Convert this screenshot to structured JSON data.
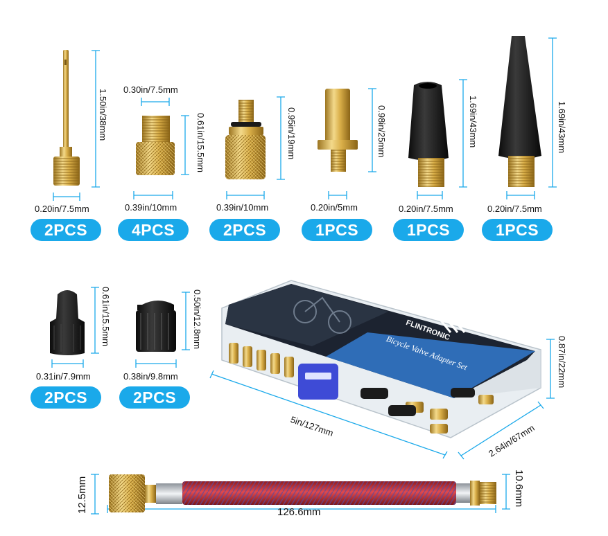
{
  "items": [
    {
      "name": "needle",
      "width": "0.20in/7.5mm",
      "height": "1.50in/38mm",
      "qty": "2PCS"
    },
    {
      "name": "presta-adapter",
      "top": "0.30in/7.5mm",
      "width": "0.39in/10mm",
      "height": "0.61in/15.5mm",
      "qty": "4PCS"
    },
    {
      "name": "knurled-adapter",
      "width": "0.39in/10mm",
      "height": "0.95in/19mm",
      "qty": "2PCS"
    },
    {
      "name": "brass-nozzle",
      "width": "0.20in/5mm",
      "height": "0.98in/25mm",
      "qty": "1PCS"
    },
    {
      "name": "short-cone",
      "width": "0.20in/7.5mm",
      "height": "1.69in/43mm",
      "qty": "1PCS"
    },
    {
      "name": "tall-cone",
      "width": "0.20in/7.5mm",
      "height": "1.69in/43mm",
      "qty": "1PCS"
    }
  ],
  "caps": [
    {
      "name": "presta-cap",
      "width": "0.31in/7.9mm",
      "height": "0.61in/15.5mm",
      "qty": "2PCS"
    },
    {
      "name": "schrader-cap",
      "width": "0.38in/9.8mm",
      "height": "0.50in/12.8mm",
      "qty": "2PCS"
    }
  ],
  "box": {
    "brand": "FLINTRONIC",
    "subtitle": "Bicycle Valve Adapter Set",
    "length": "5in/127mm",
    "width": "2.64in/67mm",
    "height": "0.87in/22mm"
  },
  "hose": {
    "length": "126.6mm",
    "left_dia": "12.5mm",
    "right_dia": "10.6mm"
  },
  "colors": {
    "pill": "#1aa9ea",
    "brass": "#d4a73c",
    "rubber": "#1b1b1b",
    "hose": "#c62a2f",
    "box_blue": "#2f6db7"
  }
}
